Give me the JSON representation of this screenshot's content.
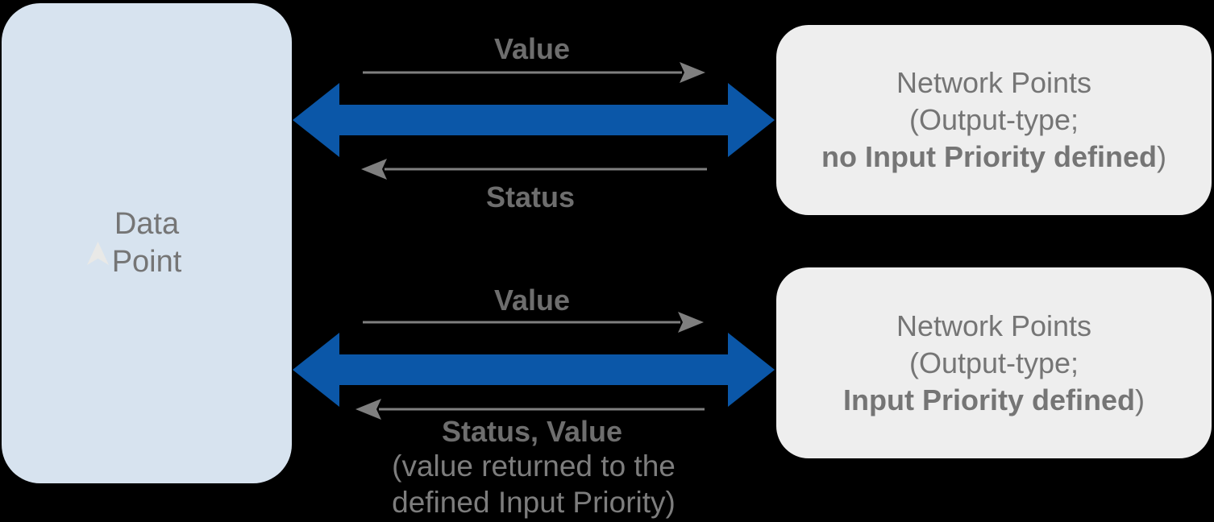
{
  "colors": {
    "background": "#000000",
    "data_point_box_fill": "#d7e3ef",
    "network_box_fill": "#eeeeee",
    "blue_arrow": "#0b57a8",
    "gray_arrow": "#7f7f7f",
    "box_text": "#757575",
    "label_text": "#6e6e6e"
  },
  "data_point": {
    "line1": "Data",
    "line2": "Point"
  },
  "top_flow": {
    "value_label": "Value",
    "status_label": "Status",
    "network_box": {
      "line1": "Network Points",
      "line2": "(Output-type;",
      "line3_bold": "no Input Priority defined",
      "line3_suffix": ")"
    }
  },
  "bottom_flow": {
    "value_label": "Value",
    "status_label": "Status, Value",
    "status_note_line1": "(value returned to the",
    "status_note_line2": "defined Input Priority)",
    "network_box": {
      "line1": "Network Points",
      "line2": "(Output-type;",
      "line3_bold": "Input Priority defined",
      "line3_suffix": ")"
    }
  }
}
